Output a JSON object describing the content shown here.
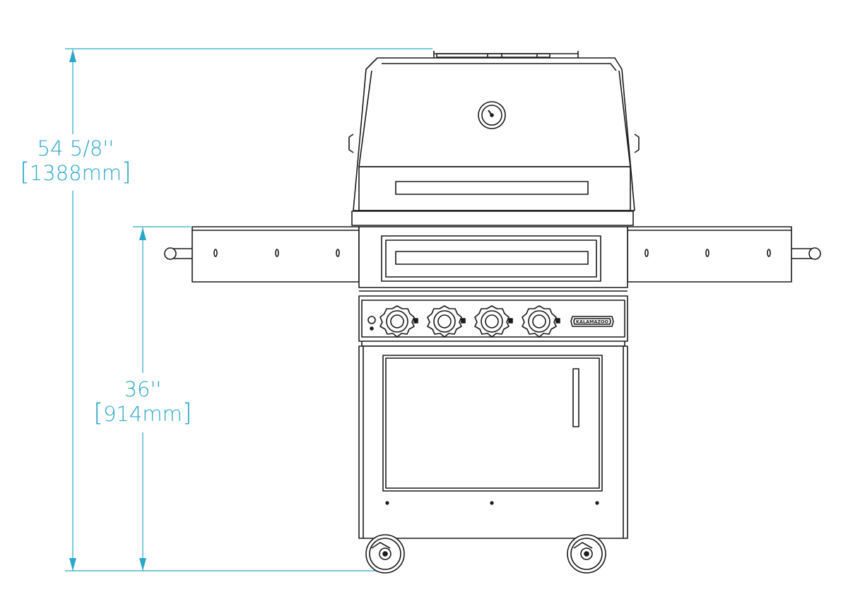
{
  "dimensions": {
    "overall_height": {
      "imperial": "54 5/8''",
      "metric": "1388mm"
    },
    "counter_height": {
      "imperial": "36''",
      "metric": "914mm"
    }
  },
  "colors": {
    "dimension": "#2aa7c9",
    "line": "#1a1a1a"
  },
  "controls": {
    "knob_count": 4
  },
  "brand": {
    "badge_text": "KALAMAZOO"
  }
}
